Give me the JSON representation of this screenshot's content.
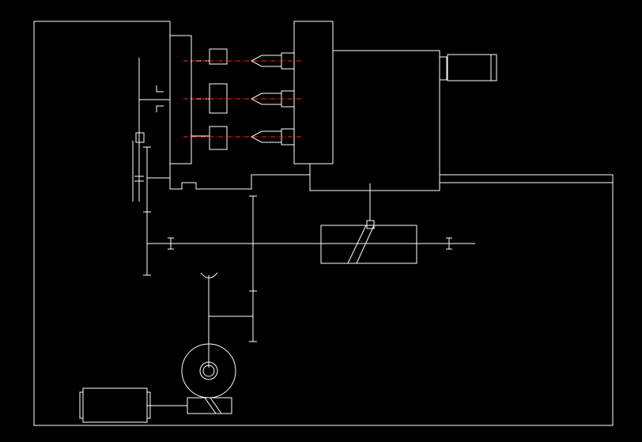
{
  "diagram": {
    "kind": "mechanical-transmission-schematic",
    "background_color": "#000000",
    "line_color": "#ffffff",
    "centerline_color": "#ff2020",
    "components": [
      "outer-frame",
      "spindle-box",
      "spindle-units",
      "drill-bits",
      "drill-head-box",
      "hydraulic-cylinder",
      "vertical-shaft",
      "horizontal-shaft",
      "cam-drum",
      "worm-gear",
      "worm-shaft",
      "electric-motor"
    ]
  }
}
